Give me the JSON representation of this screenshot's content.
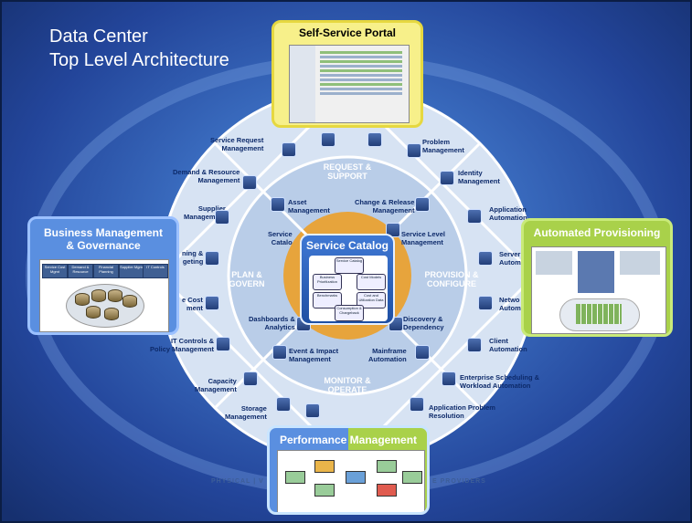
{
  "title": [
    "Data Center",
    "Top Level Architecture"
  ],
  "quadrants": {
    "top": "REQUEST &\nSUPPORT",
    "right": "PROVISION &\nCONFIGURE",
    "bottom": "MONITOR &\nOPERATE",
    "left": "PLAN &\nGOVERN"
  },
  "center": {
    "title": "Service Catalog",
    "nodes": [
      "Service Catalog",
      "Business Prioritization",
      "Cost Models",
      "Benchmarks",
      "Cost and Utilization Data",
      "Consumption & Chargeback"
    ]
  },
  "boxes": {
    "top": "Self-Service Portal",
    "left": "Business Management\n& Governance",
    "right": "Automated Provisioning",
    "bottom_a": "Performance",
    "bottom_b": "Management"
  },
  "left_box_tiles": [
    "Service Cost Mgmt",
    "Demand & Resource",
    "Financial Planning",
    "Supplier Mgmt",
    "IT Controls"
  ],
  "labels_outer_left": [
    "Service Request\nManagement",
    "Demand & Resource\nManagement",
    "Supplier\nManagement",
    "ning &\ngeting",
    "e Cost\nment",
    "IT Controls &\nPolicy Management",
    "Capacity\nManagement",
    "Storage\nManagement"
  ],
  "labels_outer_right": [
    "Problem\nManagement",
    "Identity\nManagement",
    "Application\nAutomation",
    "Server\nAutom",
    "Netwo\nAutom",
    "Client\nAutomation",
    "Enterprise Scheduling &\nWorkload Automation",
    "Application Problem\nResolution"
  ],
  "labels_inner": [
    "Asset\nManagement",
    "Change & Release\nManagement",
    "Service\nCatalo",
    "Service Level\nManagement",
    "Dashboards &\nAnalytics",
    "Discovery &\nDependency",
    "Event & Impact\nManagement",
    "Mainframe\nAutomation"
  ],
  "footer": [
    "PHYSICAL | V",
    "E PROVIDERS"
  ]
}
